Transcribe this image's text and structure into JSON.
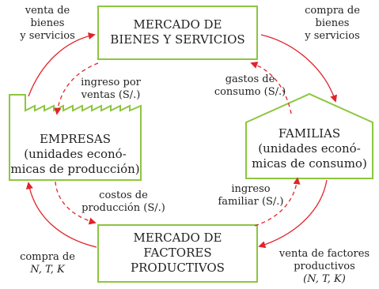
{
  "nodes": {
    "mercado_bienes": [
      "MERCADO DE",
      "BIENES Y SERVICIOS"
    ],
    "empresas": [
      "EMPRESAS",
      "(unidades econó-",
      "micas de producción)"
    ],
    "familias": [
      "FAMILIAS",
      "(unidades econó-",
      "micas de consumo)"
    ],
    "mercado_factores": [
      "MERCADO DE",
      "FACTORES",
      "PRODUCTIVOS"
    ]
  },
  "flows": {
    "venta_bienes": [
      "venta de",
      "bienes",
      "y servicios"
    ],
    "compra_bienes": [
      "compra de",
      "bienes",
      "y servicios"
    ],
    "ingreso_ventas": [
      "ingreso por",
      "ventas (S/.)"
    ],
    "gastos_consumo": [
      "gastos de",
      "consumo (S/.)"
    ],
    "costos_produccion": [
      "costos de",
      "producción (S/.)"
    ],
    "ingreso_familiar": [
      "ingreso",
      "familiar (S/.)"
    ],
    "compra_factores": [
      "compra de",
      "N, T, K"
    ],
    "venta_factores": [
      "venta de factores",
      "productivos",
      "(N, T, K)"
    ]
  },
  "colors": {
    "box_border": "#8dc63f",
    "arrow": "#e2232a",
    "text": "#222222"
  }
}
